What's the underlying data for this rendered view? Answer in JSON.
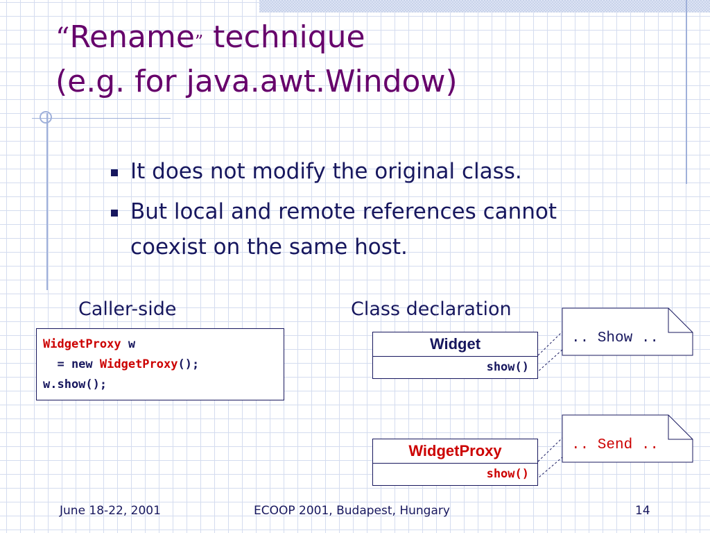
{
  "title": {
    "open_quote": "“",
    "word": "Rename",
    "close_quote": "”",
    "rest_line1": " technique",
    "line2": "(e.g. for java.awt.Window)"
  },
  "bullets": [
    "It does not modify the original class.",
    "But local and remote references cannot coexist on the same host."
  ],
  "caller_side": {
    "label": "Caller-side",
    "code": {
      "l1_type": "WidgetProxy",
      "l1_var": " w",
      "l2_prefix": "  = new ",
      "l2_type": "WidgetProxy",
      "l2_suffix": "();",
      "l3": "w.show();"
    }
  },
  "class_declaration": {
    "label": "Class declaration",
    "widget": {
      "name": "Widget",
      "method": "show()"
    },
    "widget_proxy": {
      "name": "WidgetProxy",
      "method": "show()"
    }
  },
  "notes": {
    "widget": ".. Show ..",
    "widget_proxy": ".. Send .."
  },
  "footer": {
    "date": "June 18-22, 2001",
    "event": "ECOOP 2001, Budapest, Hungary",
    "page": "14"
  },
  "colors": {
    "title": "#66006b",
    "text": "#17175e",
    "accent_red": "#cc0000",
    "grid": "#d4dcef"
  }
}
